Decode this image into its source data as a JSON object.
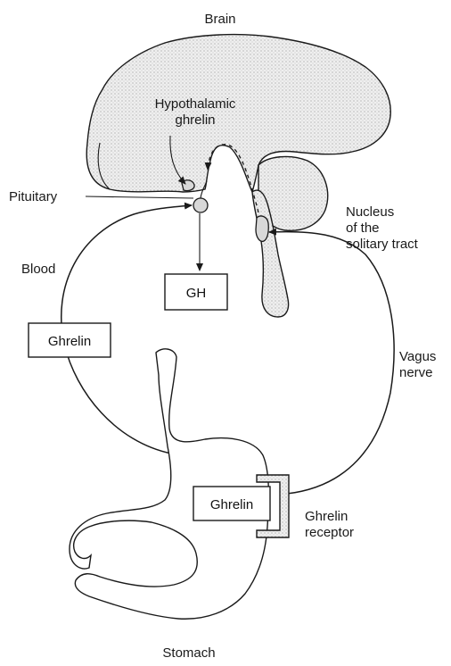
{
  "labels": {
    "brain": "Brain",
    "hypothalamic_ghrelin_line1": "Hypothalamic",
    "hypothalamic_ghrelin_line2": "ghrelin",
    "pituitary": "Pituitary",
    "nucleus_line1": "Nucleus",
    "nucleus_line2": "of the",
    "nucleus_line3": "solitary tract",
    "blood": "Blood",
    "gh": "GH",
    "ghrelin_blood": "Ghrelin",
    "vagus_line1": "Vagus",
    "vagus_line2": "nerve",
    "ghrelin_stomach": "Ghrelin",
    "receptor_line1": "Ghrelin",
    "receptor_line2": "receptor",
    "stomach": "Stomach"
  }
}
